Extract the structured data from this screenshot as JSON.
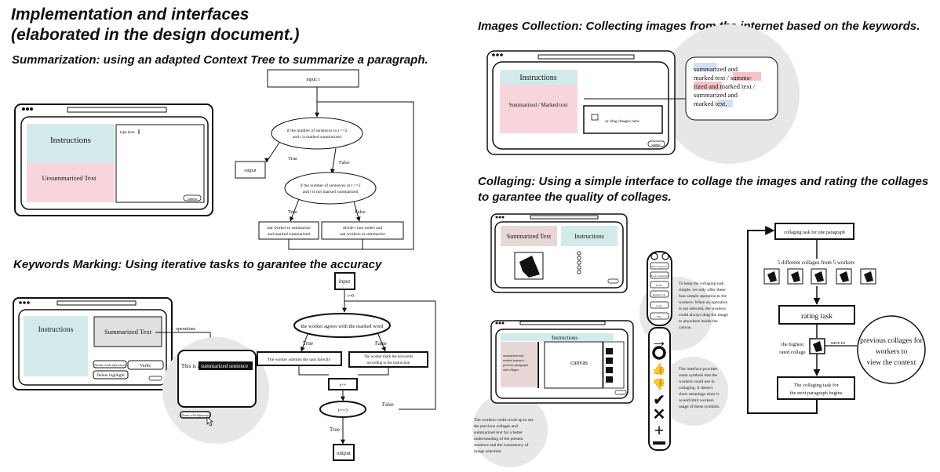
{
  "headings": {
    "main_line1": "Implementation and interfaces",
    "main_line2": "(elaborated in the design document.)",
    "summarization": "Summarization: using an adapted Context Tree to summarize a paragraph.",
    "keywords": "Keywords Marking: Using iterative tasks to garantee the accuracy",
    "images": "Images Collection: Collecting images from the internet based on the keywords.",
    "collaging_line1": "Collaging: Using a simple interface to collage the images and rating the collages",
    "collaging_line2": "to garantee the quality of collages."
  },
  "summarization": {
    "instructions": "Instructions",
    "unsummarized": "Unsummarized Text",
    "placeholder": "type here",
    "submit": "submit"
  },
  "summ_flow": {
    "input": "input: t",
    "cond1_line1": "if the number of sentences in t <=2",
    "cond1_line2": "and t is marked summarized",
    "true_label": "True",
    "false_label": "False",
    "output": "output",
    "cond2_line1": "if the number of sentences in t <=2",
    "cond2_line2": "and t is not marked summarized",
    "action1_line1": "ask worker to summarize",
    "action1_line2": "and marked summarized",
    "action2_line1": "divide t into nodes and",
    "action2_line2": "ask workers to summarize"
  },
  "keywords": {
    "instructions": "Instructions",
    "summarized": "Summarized Text",
    "nouns": "Nouns with adjectives",
    "verbs": "Verbs",
    "delete_highlight": "Delete highlight",
    "operations": "operations",
    "zoom_prefix": "This is a",
    "zoom_highlight": "summarized sentence"
  },
  "kw_flow": {
    "input": "input",
    "init": "i=0",
    "agree": "the worker agrees with the marked word",
    "true_label": "True",
    "false_label": "False",
    "submit_directly": "The worker submits the task directly",
    "mark_line1": "The worker mark the keywords",
    "mark_line2": "according to the instruction",
    "increment": "i++",
    "loop": "i==3",
    "output": "output"
  },
  "images": {
    "instructions": "Instructions",
    "summarized_marked": "Summarized / Marked text",
    "drag": "or drag images here",
    "submit": "submit",
    "zoom_line1": "summarized and",
    "zoom_line2": "marked text / summa-",
    "zoom_line3": "rized and marked text /",
    "zoom_line4": "summarized and",
    "zoom_line5": "marked text."
  },
  "collage": {
    "summarized": "Summarized Text",
    "instructions": "Instructions",
    "canvas": "canvas",
    "prev_line1": "summarized and",
    "prev_line2": "marked sentence /",
    "prev_line3": "previous paragraphs",
    "prev_line4": "and collages",
    "op1": "Move upward",
    "op2": "Move downward",
    "op3": "Erase",
    "op4": "Resize/crop",
    "op5": "Copy",
    "op6": "Flip",
    "ann1": [
      "To keep the collaging task",
      "simple, we only offer these",
      "four simple operation to the",
      "workers. When an operation",
      "is not selected, the workers",
      "could always drag the image",
      "to anywhere inside the",
      "canvas."
    ],
    "ann2": [
      "The interface provides",
      "some symbols that the",
      "workers could use in",
      "collaging. It doesn't",
      "show meanings since it",
      "would limit workers",
      "usage of these symbols."
    ],
    "ann3": [
      "The workers could scroll up to see",
      "the previous collages and",
      "summarized text for a better",
      "understanding of the present",
      "sentence and the consistency of",
      "image selection."
    ]
  },
  "collage_flow": {
    "task": "collaging task for one paragraph",
    "five": "5 different collages from 5 workers",
    "rating": "rating task",
    "highest_line1": "the highest",
    "highest_line2": "rated collage",
    "save_to": "save to",
    "prev_line1": "previous collages for",
    "prev_line2": "workers to",
    "prev_line3": "view the context",
    "next_line1": "The collaging task for",
    "next_line2": "the next paragraph begins"
  }
}
